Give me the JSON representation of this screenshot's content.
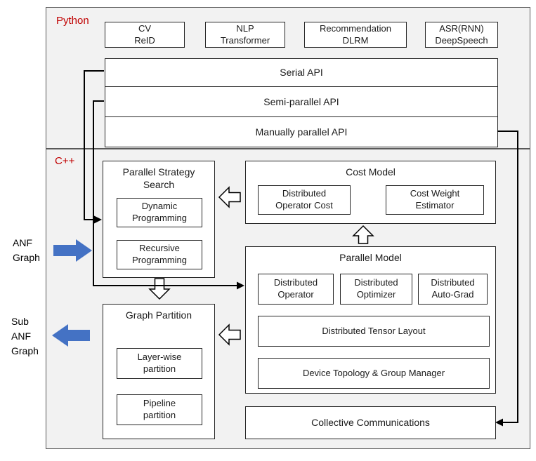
{
  "colors": {
    "accent_red": "#c00000",
    "arrow_blue": "#4472c4",
    "section_bg": "#f2f2f2",
    "box_border": "#262626"
  },
  "python_section": {
    "label": "Python",
    "app_boxes": [
      {
        "text": "CV\nReID"
      },
      {
        "text": "NLP\nTransformer"
      },
      {
        "text": "Recommendation\nDLRM"
      },
      {
        "text": "ASR(RNN)\nDeepSpeech"
      }
    ],
    "api_bars": [
      "Serial API",
      "Semi-parallel API",
      "Manually parallel API"
    ]
  },
  "cpp_section": {
    "label": "C++",
    "parallel_strategy_search": {
      "title": "Parallel Strategy Search",
      "items": [
        "Dynamic Programming",
        "Recursive Programming"
      ]
    },
    "cost_model": {
      "title": "Cost Model",
      "items": [
        "Distributed Operator Cost",
        "Cost Weight Estimator"
      ]
    },
    "parallel_model": {
      "title": "Parallel Model",
      "boxes": [
        "Distributed Operator",
        "Distributed Optimizer",
        "Distributed Auto-Grad"
      ],
      "bars": [
        "Distributed Tensor Layout",
        "Device Topology & Group Manager"
      ]
    },
    "graph_partition": {
      "title": "Graph Partition",
      "items": [
        "Layer-wise partition",
        "Pipeline partition"
      ]
    },
    "collective_communications": "Collective Communications"
  },
  "side_labels": {
    "anf_graph": "ANF\nGraph",
    "sub_anf_graph": "Sub\nANF\nGraph"
  }
}
